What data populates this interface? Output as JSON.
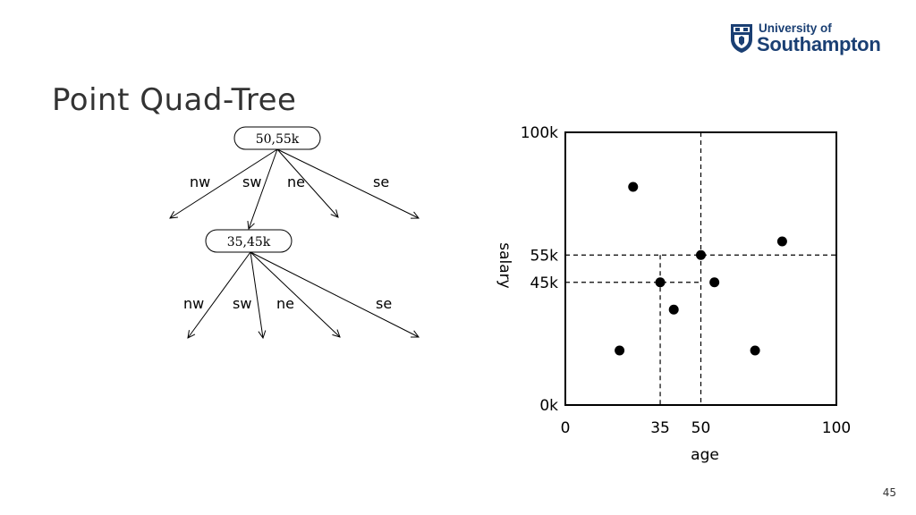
{
  "title": "Point Quad-Tree",
  "page_number": "45",
  "logo": {
    "line1": "University of",
    "line2": "Southampton"
  },
  "tree": {
    "root_label": "50,55k",
    "child_label": "35,45k",
    "root_edges": [
      "nw",
      "sw",
      "ne",
      "se"
    ],
    "child_edges": [
      "nw",
      "sw",
      "ne",
      "se"
    ]
  },
  "chart_data": {
    "type": "scatter",
    "xlabel": "age",
    "ylabel": "salary",
    "xlim": [
      0,
      100
    ],
    "ylim": [
      0,
      100
    ],
    "x_ticks": [
      {
        "value": 0,
        "label": "0"
      },
      {
        "value": 35,
        "label": "35"
      },
      {
        "value": 50,
        "label": "50"
      },
      {
        "value": 100,
        "label": "100"
      }
    ],
    "y_ticks": [
      {
        "value": 0,
        "label": "0k"
      },
      {
        "value": 45,
        "label": "45k"
      },
      {
        "value": 55,
        "label": "55k"
      },
      {
        "value": 100,
        "label": "100k"
      }
    ],
    "points": [
      {
        "x": 25,
        "y": 80
      },
      {
        "x": 50,
        "y": 55
      },
      {
        "x": 80,
        "y": 60
      },
      {
        "x": 35,
        "y": 45
      },
      {
        "x": 55,
        "y": 45
      },
      {
        "x": 40,
        "y": 35
      },
      {
        "x": 20,
        "y": 20
      },
      {
        "x": 70,
        "y": 20
      }
    ],
    "split_lines": [
      {
        "orientation": "vertical",
        "value": 50,
        "from": 0,
        "to": 100
      },
      {
        "orientation": "horizontal",
        "value": 55,
        "from": 0,
        "to": 100
      },
      {
        "orientation": "vertical",
        "value": 35,
        "from": 0,
        "to": 55
      },
      {
        "orientation": "horizontal",
        "value": 45,
        "from": 0,
        "to": 50
      }
    ]
  }
}
